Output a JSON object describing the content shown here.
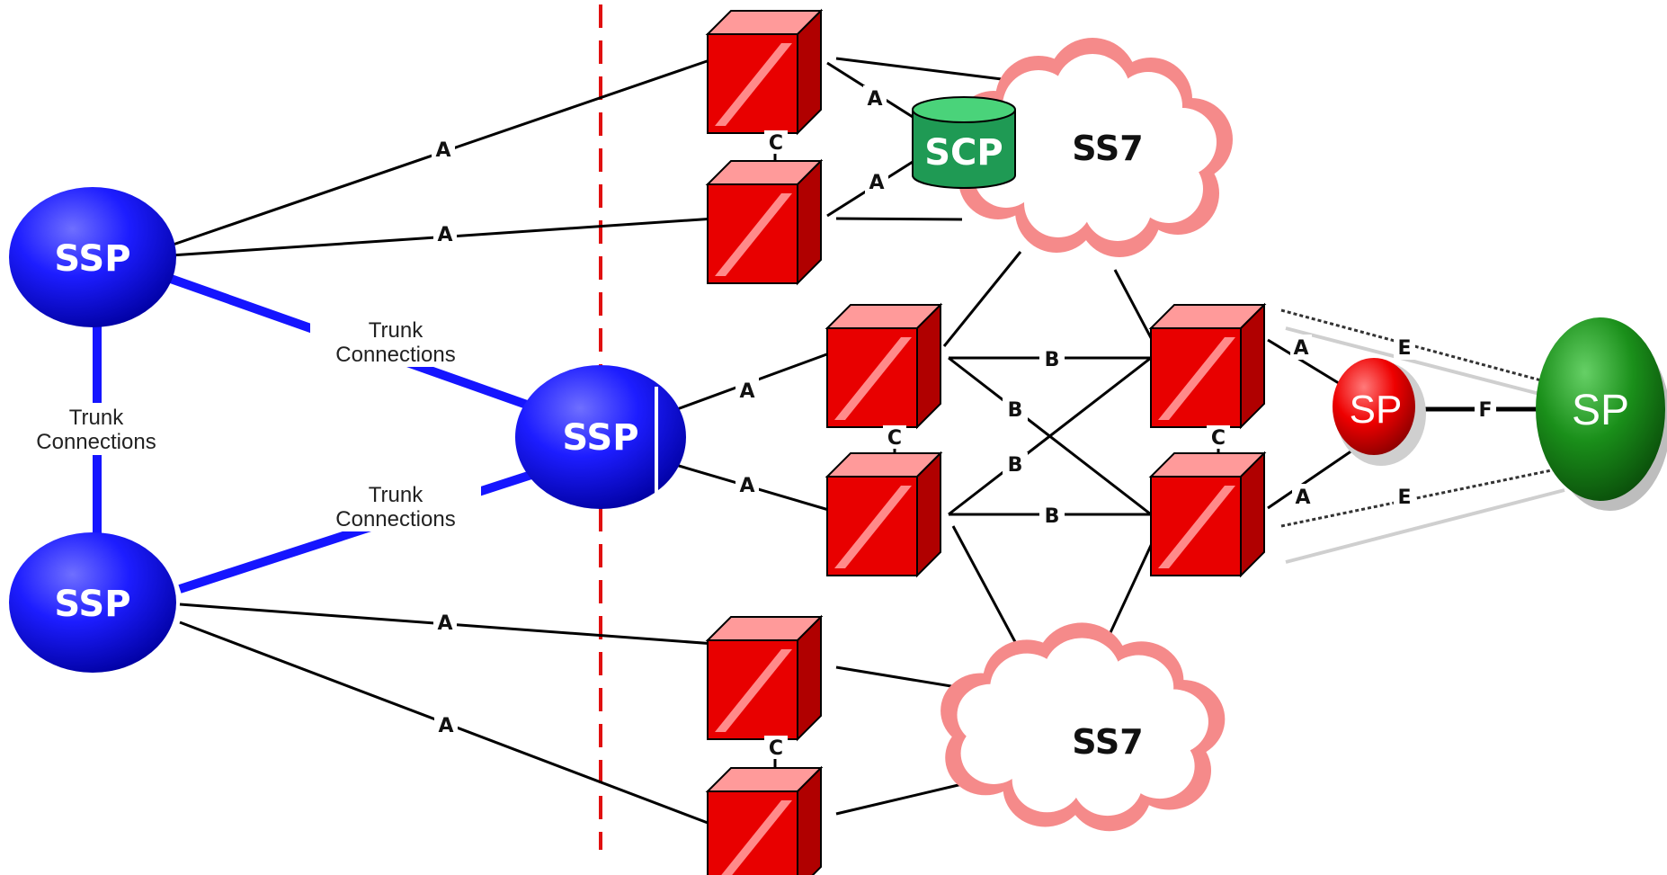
{
  "nodes": {
    "ssp_top": "SSP",
    "ssp_bottom": "SSP",
    "ssp_center": "SSP",
    "scp": "SCP",
    "cloud_top": "SS7",
    "cloud_bottom": "SS7",
    "sp_red": "SP",
    "sp_green": "SP"
  },
  "trunk": {
    "top_line1": "Trunk",
    "top_line2": "Connections",
    "left_line1": "Trunk",
    "left_line2": "Connections",
    "bottom_line1": "Trunk",
    "bottom_line2": "Connections"
  },
  "links": {
    "a1": "A",
    "a2": "A",
    "a3": "A",
    "a4": "A",
    "a5": "A",
    "a6": "A",
    "a_scp1": "A",
    "a_scp2": "A",
    "a_sp1": "A",
    "a_sp2": "A",
    "b1": "B",
    "b2": "B",
    "b3": "B",
    "b4": "B",
    "c1": "C",
    "c2": "C",
    "c3": "C",
    "c4": "C",
    "e1": "E",
    "e2": "E",
    "f1": "F"
  },
  "colors": {
    "ssp_blue": "#1a1aff",
    "stp_red": "#e00000",
    "scp_green": "#1f9a54",
    "cloud_pink": "#f58a8a",
    "sp_green": "#1e8a1e",
    "divider_red": "#e01010"
  }
}
